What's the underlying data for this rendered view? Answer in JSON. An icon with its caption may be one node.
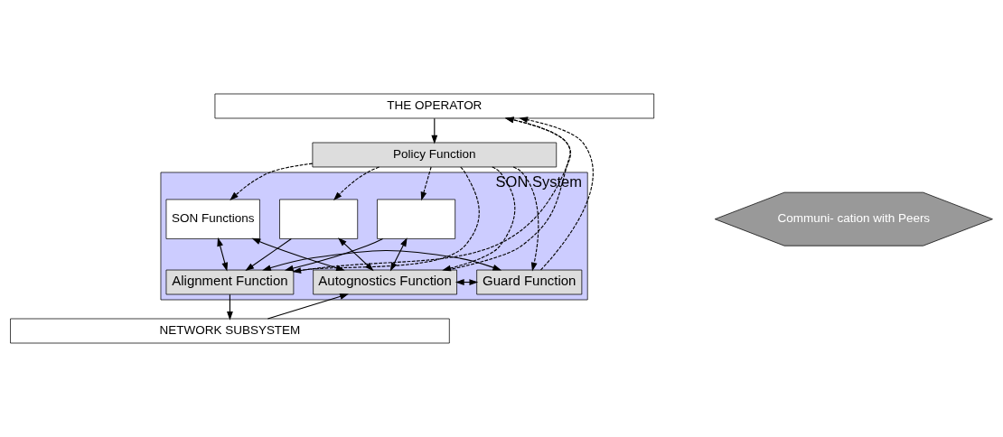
{
  "diagram": {
    "nodes": [
      {
        "text": [
          "THE OPERATOR"
        ]
      },
      {
        "text": [
          "SON System"
        ]
      },
      {
        "text": [
          "Policy Function"
        ]
      },
      {
        "text": [],
        "shape": "box",
        "in": 1
      },
      {
        "text": [],
        "shape": "box",
        "in": 1
      },
      {
        "text": [
          "SON Functions"
        ],
        "in": 1
      },
      {
        "text": [
          "Autognostics Function"
        ],
        "in": 1
      },
      {
        "text": [
          "Guard Function"
        ],
        "in": 1
      },
      {
        "text": [
          "Alignment Function"
        ],
        "in": 1
      },
      {
        "text": [
          "NETWORK SUBSYSTEM"
        ]
      },
      {
        "text": [
          "Communi- cation with Peers"
        ]
      }
    ],
    "edges": [
      {
        "from": 0,
        "to": 2,
        "arrow": "to"
      },
      {
        "from": 2,
        "to": 3,
        "arrow": "to",
        "style": "dashed"
      },
      {
        "from": 2,
        "to": 4,
        "arrow": "to",
        "style": "dashed"
      },
      {
        "from": 2,
        "to": 5,
        "arrow": "to",
        "style": "dashed"
      },
      {
        "from": 2,
        "to": 6,
        "arrow": "to",
        "style": "dashed"
      },
      {
        "from": 2,
        "to": 7,
        "arrow": "to",
        "style": "dashed"
      },
      {
        "from": 2,
        "to": 8,
        "arrow": "to",
        "style": "dashed"
      },
      {
        "from": 6,
        "to": 3,
        "arrow": "both"
      },
      {
        "from": 6,
        "to": 4,
        "arrow": "both"
      },
      {
        "from": 6,
        "to": 5,
        "arrow": "both"
      },
      {
        "from": 3,
        "to": 8,
        "arrow": "to"
      },
      {
        "from": 4,
        "to": 8,
        "arrow": "to"
      },
      {
        "from": 5,
        "to": 8,
        "arrow": "both"
      },
      {
        "from": 6,
        "to": 7,
        "arrow": "both"
      },
      {
        "from": 7,
        "to": 8,
        "arrow": "both"
      },
      {
        "from": 9,
        "to": 6,
        "arrow": "to"
      },
      {
        "from": 8,
        "to": 9,
        "arrow": "to"
      },
      {
        "from": 6,
        "to": 0,
        "arrow": "to",
        "style": "dashed"
      },
      {
        "from": 7,
        "to": 0,
        "arrow": "to",
        "style": "dashed"
      },
      {
        "from": 8,
        "to": 0,
        "arrow": "to",
        "style": "dashed"
      }
    ]
  }
}
